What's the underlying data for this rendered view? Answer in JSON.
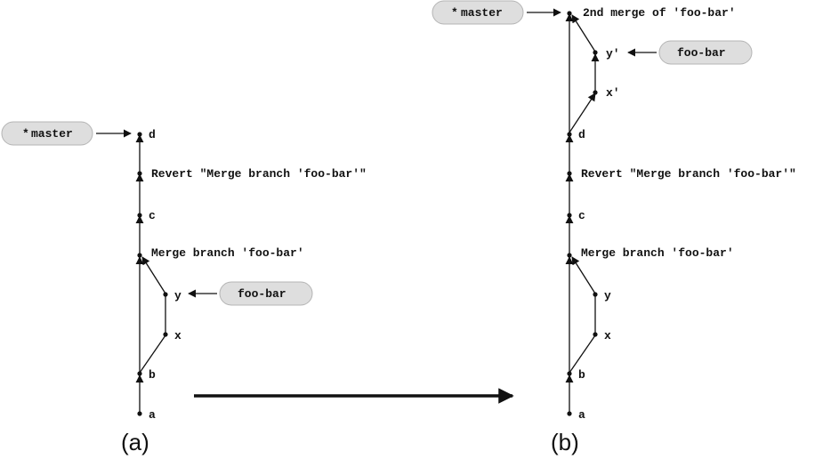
{
  "panels": {
    "a": {
      "caption": "(a)",
      "commits": {
        "a": "a",
        "b": "b",
        "x": "x",
        "y": "y",
        "merge": "Merge branch 'foo-bar'",
        "c": "c",
        "revert": "Revert \"Merge branch 'foo-bar'\"",
        "d": "d"
      },
      "branches": {
        "master": "master",
        "foo_bar": "foo-bar"
      }
    },
    "b": {
      "caption": "(b)",
      "commits": {
        "a": "a",
        "b": "b",
        "x": "x",
        "y": "y",
        "merge": "Merge branch 'foo-bar'",
        "c": "c",
        "revert": "Revert \"Merge branch 'foo-bar'\"",
        "d": "d",
        "x_prime": "x'",
        "y_prime": "y'",
        "merge2": "2nd merge of 'foo-bar'"
      },
      "branches": {
        "master": "master",
        "foo_bar": "foo-bar"
      }
    }
  },
  "head_marker": "*",
  "colors": {
    "pill_fill": "#dedede",
    "pill_stroke": "#b4b4b4",
    "ink": "#111111"
  }
}
